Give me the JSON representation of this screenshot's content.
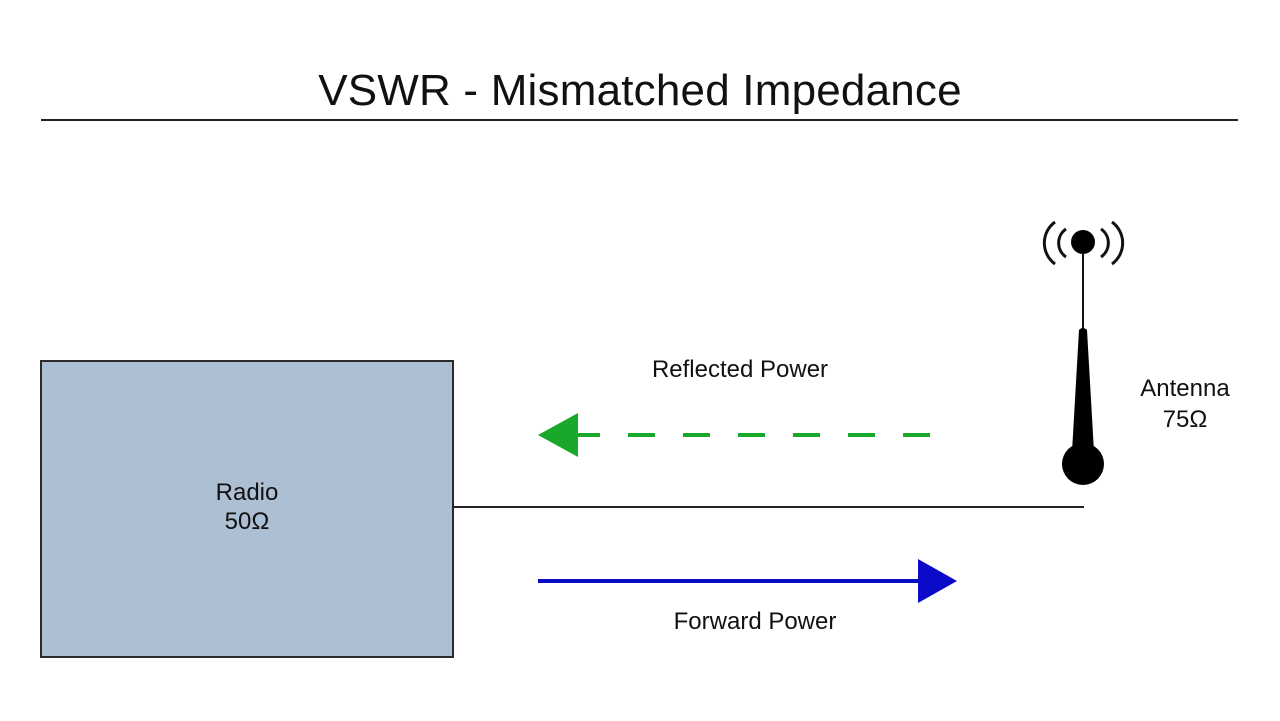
{
  "title": "VSWR - Mismatched Impedance",
  "radio": {
    "name": "Radio",
    "impedance": "50Ω",
    "fill_color": "#acbfd3"
  },
  "antenna": {
    "name": "Antenna",
    "impedance": "75Ω",
    "icon": "antenna-icon"
  },
  "reflected": {
    "label": "Reflected Power",
    "color": "#1aa82a",
    "style": "dashed",
    "direction": "left"
  },
  "forward": {
    "label": "Forward Power",
    "color": "#0a0ac8",
    "style": "solid",
    "direction": "right"
  }
}
